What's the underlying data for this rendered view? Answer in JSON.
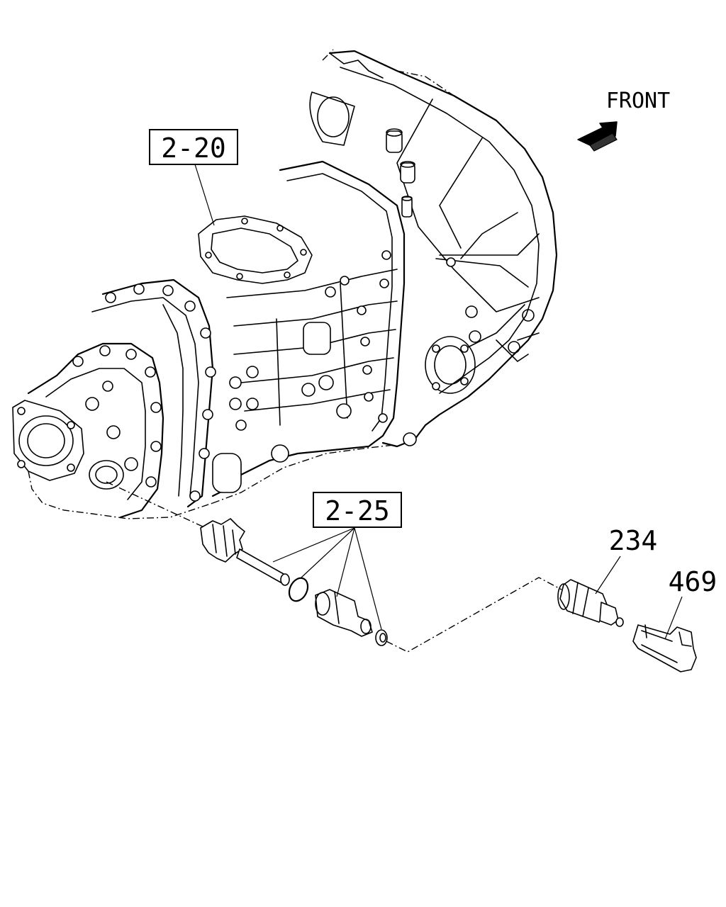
{
  "direction_label": "FRONT",
  "callouts": {
    "transmission_ref": "2-20",
    "speedometer_gear_ref": "2-25",
    "sensor_part": "234",
    "bracket_part": "469"
  },
  "icons": {
    "front_arrow": "arrow-icon"
  }
}
